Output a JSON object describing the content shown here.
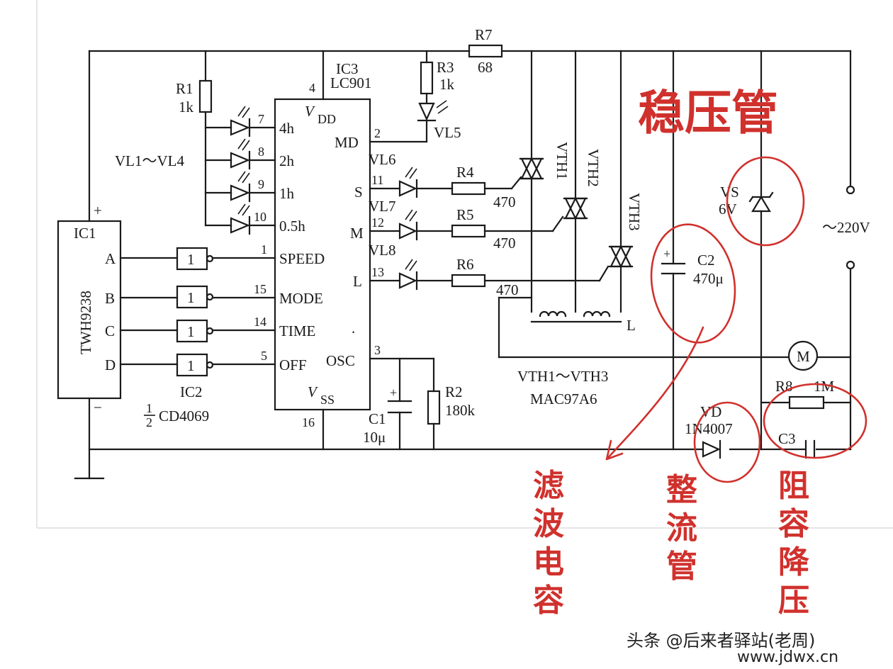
{
  "colors": {
    "ink": "#1a1a1a",
    "annotation": "#d0312d",
    "paper": "#ffffff",
    "frame": "#e6e6e6"
  },
  "icons": {
    "led": "led-icon",
    "triac": "triac-icon",
    "motor": "motor-icon",
    "inverter": "inverter-icon"
  },
  "components": {
    "ic1": {
      "ref": "IC1",
      "part": "TWH9238",
      "plus": "+",
      "minus": "−",
      "pins": [
        "A",
        "B",
        "C",
        "D"
      ]
    },
    "ic2": {
      "ref": "IC2",
      "part": "CD4069",
      "frac_num": "1",
      "frac_den": "2",
      "gate": "1"
    },
    "ic3": {
      "ref": "IC3",
      "part": "LC901",
      "vdd": "V",
      "vdd_sub": "DD",
      "vss": "V",
      "vss_sub": "SS",
      "left_pins": [
        {
          "num": "7",
          "name": "4h"
        },
        {
          "num": "8",
          "name": "2h"
        },
        {
          "num": "9",
          "name": "1h"
        },
        {
          "num": "10",
          "name": "0.5h"
        },
        {
          "num": "1",
          "name": "SPEED"
        },
        {
          "num": "15",
          "name": "MODE"
        },
        {
          "num": "14",
          "name": "TIME"
        },
        {
          "num": "5",
          "name": "OFF"
        }
      ],
      "right_pins": [
        {
          "num": "2",
          "name": "MD"
        },
        {
          "num": "11",
          "name": "S"
        },
        {
          "num": "12",
          "name": "M"
        },
        {
          "num": "13",
          "name": "L"
        },
        {
          "num": "3",
          "name": "OSC"
        }
      ],
      "top_pin": "4",
      "bottom_pin": "16",
      "dot": "."
    },
    "r1": {
      "ref": "R1",
      "value": "1k"
    },
    "r2": {
      "ref": "R2",
      "value": "180k"
    },
    "r3": {
      "ref": "R3",
      "value": "1k"
    },
    "r4": {
      "ref": "R4",
      "value": "470"
    },
    "r5": {
      "ref": "R5",
      "value": "470"
    },
    "r6": {
      "ref": "R6",
      "value": "470"
    },
    "r7": {
      "ref": "R7",
      "value": "68"
    },
    "r8": {
      "ref": "R8",
      "value": "1M"
    },
    "c1": {
      "ref": "C1",
      "value": "10μ"
    },
    "c2": {
      "ref": "C2",
      "value": "470μ"
    },
    "c3": {
      "ref": "C3"
    },
    "vs": {
      "ref": "VS",
      "value": "6V"
    },
    "vd": {
      "ref": "VD",
      "part": "1N4007"
    },
    "leds": {
      "group": "VL1～VL4",
      "vl5": "VL5",
      "vl6": "VL6",
      "vl7": "VL7",
      "vl8": "VL8"
    },
    "triacs": {
      "vth1": "VTH1",
      "vth2": "VTH2",
      "vth3": "VTH3",
      "group": "VTH1～VTH3",
      "part": "MAC97A6"
    },
    "inductor": "L",
    "motor": "M",
    "supply": "～220V"
  },
  "annotations": {
    "zener": "稳压管",
    "filter_cap": "滤波电容",
    "rectifier": "整流管",
    "rc_dropper": "阻容降压"
  },
  "watermark": {
    "source": "头条 @后来者驿站(老周)",
    "site": "www.jdwx.cn"
  }
}
